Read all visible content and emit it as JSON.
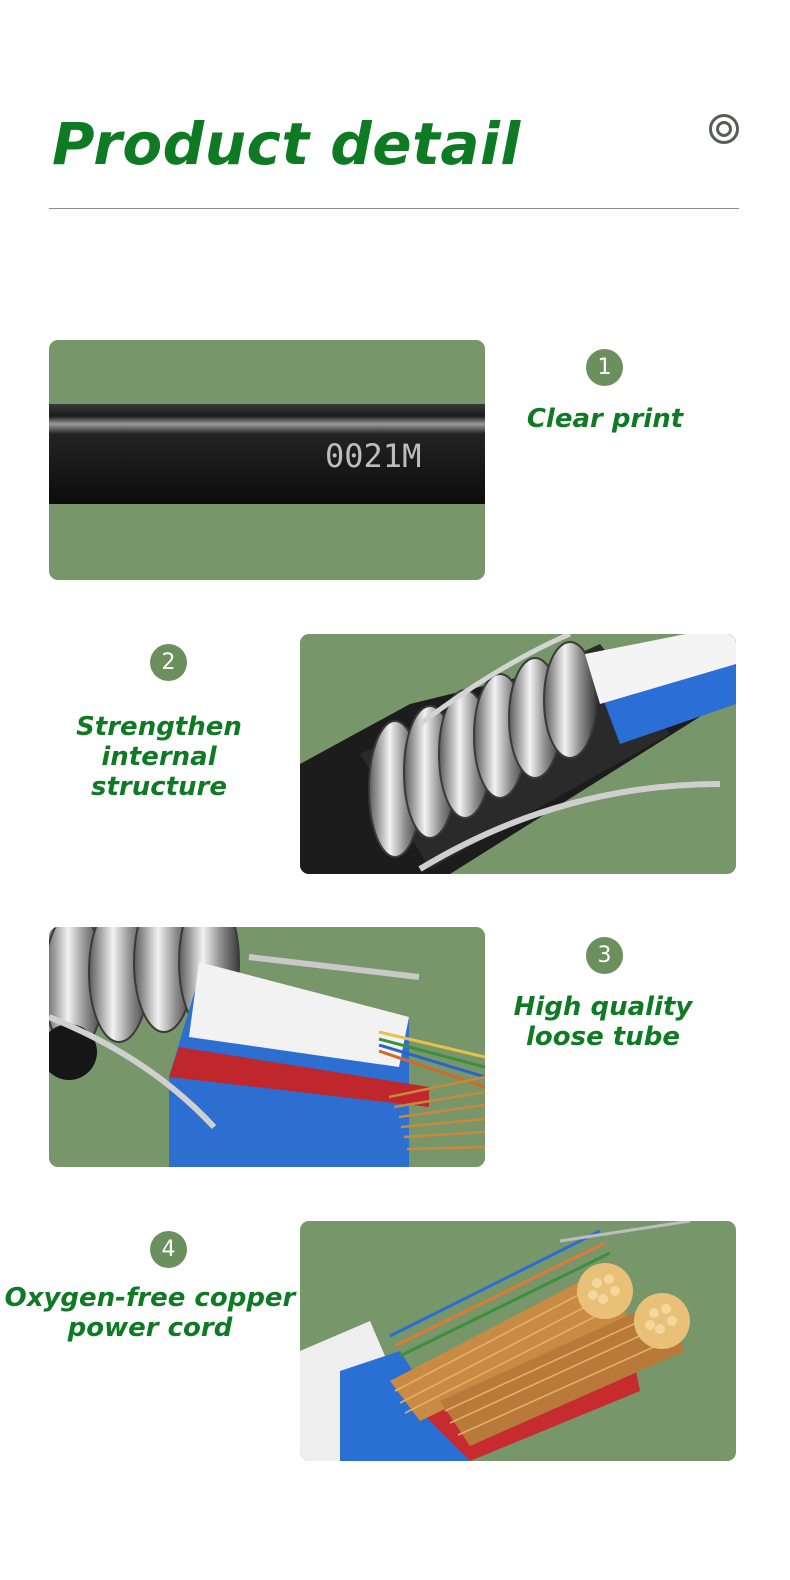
{
  "header": {
    "title": "Product detail",
    "icon": "target-circle-icon"
  },
  "colors": {
    "title_green": "#0f7a24",
    "panel_green": "#77966a",
    "badge_green": "#6b8f5d"
  },
  "sections": [
    {
      "number": "1",
      "caption_lines": [
        "Clear print"
      ],
      "print_label": "0021M"
    },
    {
      "number": "2",
      "caption_lines": [
        "Strengthen internal",
        "structure"
      ]
    },
    {
      "number": "3",
      "caption_lines": [
        "High quality",
        "loose tube"
      ]
    },
    {
      "number": "4",
      "caption_lines": [
        "Oxygen-free copper",
        "power cord"
      ]
    }
  ]
}
